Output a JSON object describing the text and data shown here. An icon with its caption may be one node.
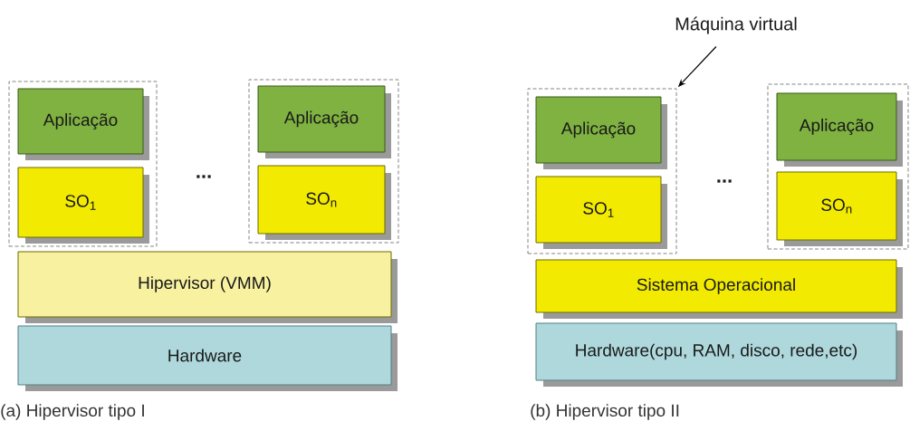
{
  "diagram": {
    "nodes": [
      {
        "text": [],
        "shape": "box"
      },
      {
        "text": [
          "Aplicação"
        ],
        "in": 0
      },
      {
        "text": [
          "SO$_{1}$"
        ],
        "in": 0
      },
      {
        "text": [],
        "shape": "box"
      },
      {
        "text": [
          "Aplicação"
        ],
        "in": 3
      },
      {
        "text": [
          "SO$_{n}$"
        ],
        "in": 3
      },
      {
        "text": [
          "Hipervisor (VMM)"
        ]
      },
      {
        "text": [
          "Hardware"
        ]
      },
      {
        "text": [
          "Máquina virtual"
        ]
      },
      {
        "text": [],
        "shape": "box"
      },
      {
        "text": [
          "Aplicação"
        ],
        "in": 9
      },
      {
        "text": [
          "SO$_{1}$"
        ],
        "in": 9
      },
      {
        "text": [],
        "shape": "box"
      },
      {
        "text": [
          "Aplicação"
        ],
        "in": 12
      },
      {
        "text": [
          "SO$_{n}$"
        ],
        "in": 12
      },
      {
        "text": [
          "Sistema Operacional"
        ]
      },
      {
        "text": [
          "Hardware(cpu, RAM, disco, rede,etc)"
        ]
      }
    ],
    "edges": [
      {
        "from": 8,
        "to": 9,
        "arrow": "to"
      }
    ],
    "labels": [
      "...",
      "...",
      "(a) Hipervisor tipo I",
      "(b) Hipervisor tipo II"
    ]
  }
}
